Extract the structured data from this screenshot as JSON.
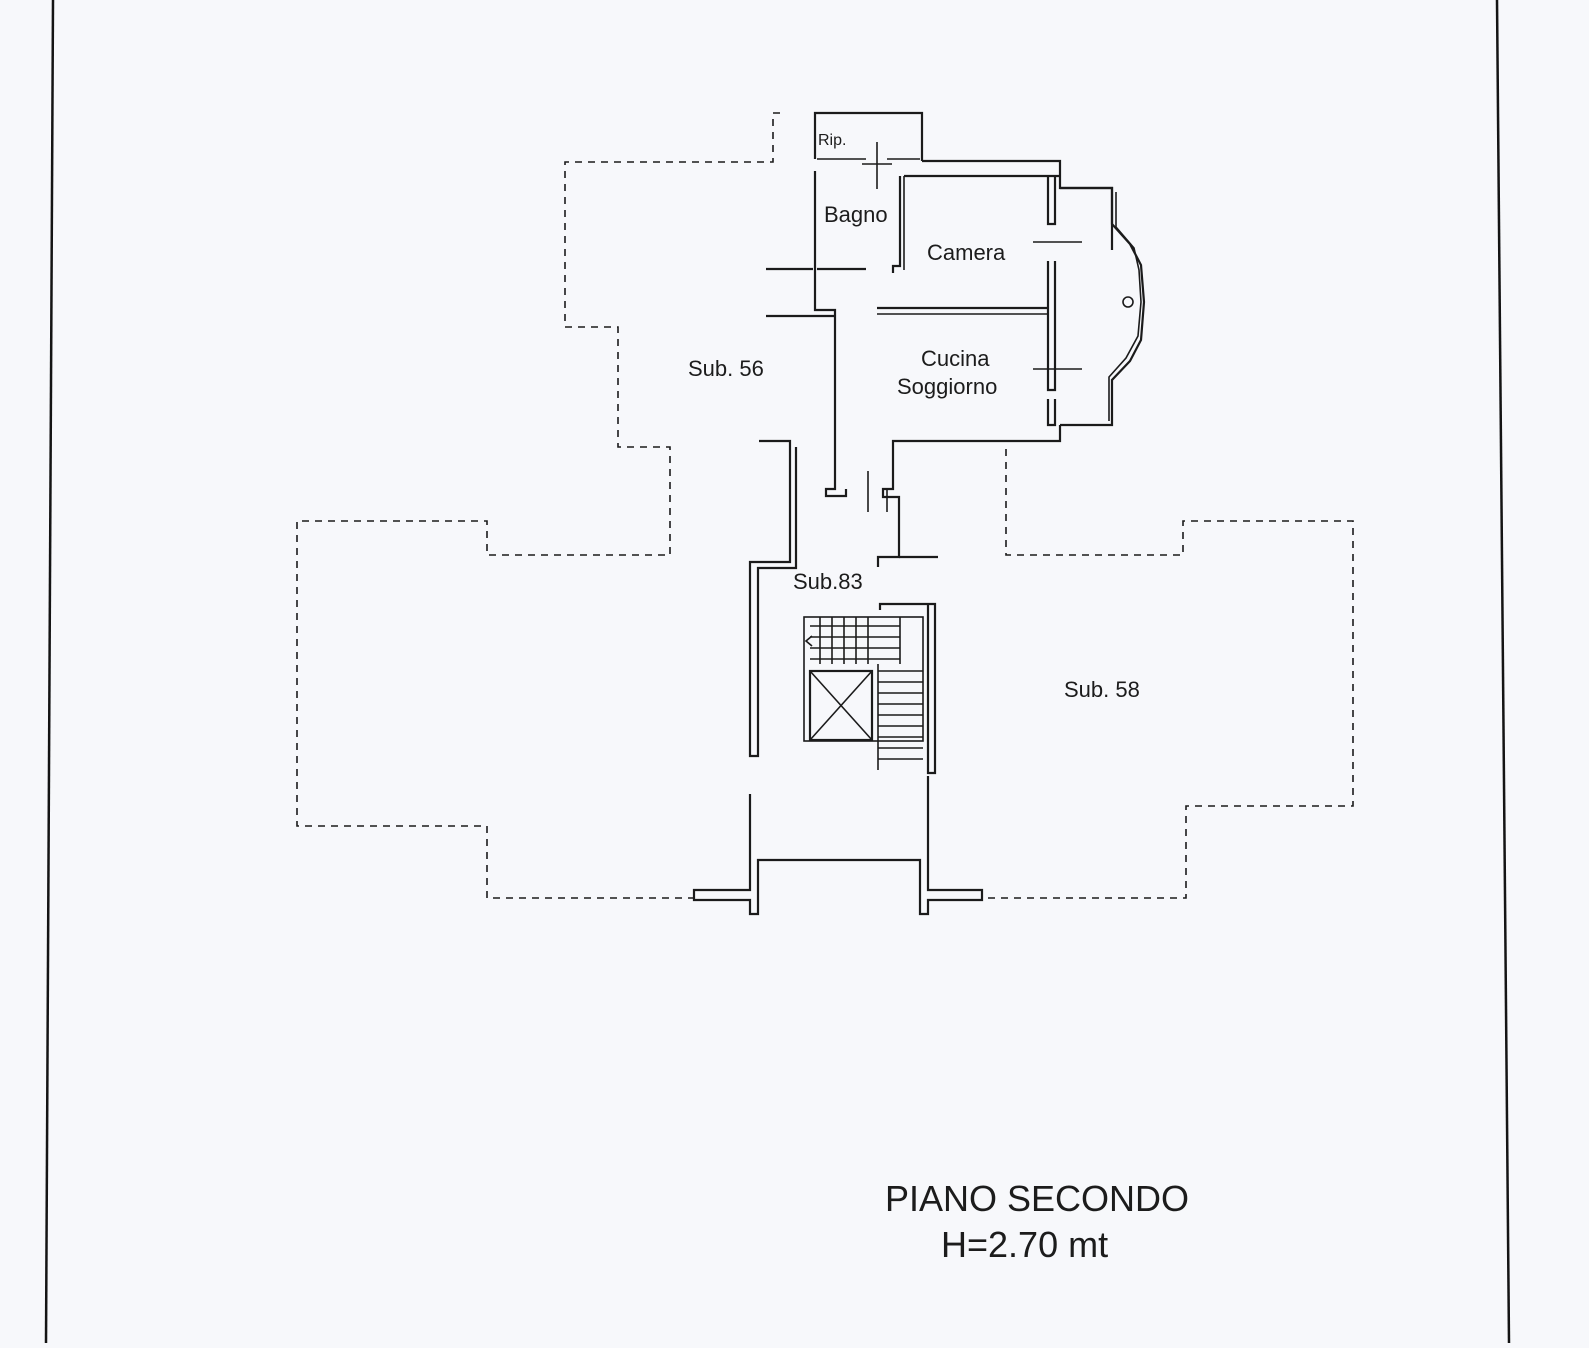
{
  "plan": {
    "rooms": {
      "rip": "Rip.",
      "bagno": "Bagno",
      "camera": "Camera",
      "cucina": "Cucina",
      "soggiorno": "Soggiorno"
    },
    "units": {
      "sub56": "Sub. 56",
      "sub83": "Sub.83",
      "sub58": "Sub. 58"
    }
  },
  "title": {
    "floor": "PIANO SECONDO",
    "height": "H=2.70 mt"
  }
}
